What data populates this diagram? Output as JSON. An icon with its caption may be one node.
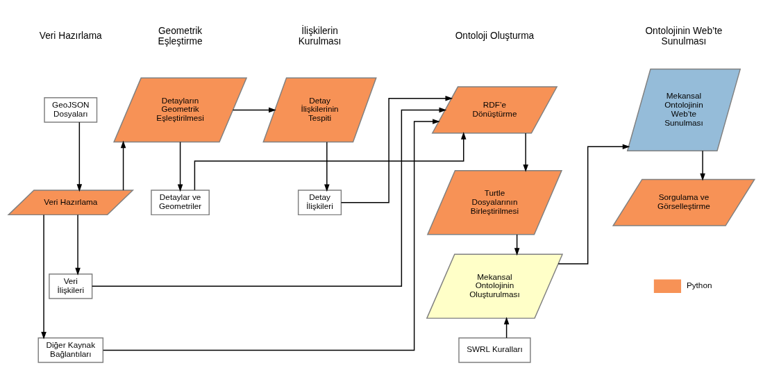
{
  "diagram": {
    "nodes": [
      {
        "text": [
          "GeoJSON Dosyaları"
        ]
      },
      {
        "text": [
          "Veri Hazırlama"
        ]
      },
      {
        "text": [
          "Veri İlişkileri"
        ]
      },
      {
        "text": [
          "Diğer Kaynak Bağlantıları"
        ]
      },
      {
        "text": [
          "Detayların Geometrik Eşleştirilmesi"
        ]
      },
      {
        "text": [
          "Detaylar ve Geometriler"
        ]
      },
      {
        "text": [
          "Detay İlişkilerinin Tespiti"
        ]
      },
      {
        "text": [
          "Detay İlişkileri"
        ]
      },
      {
        "text": [
          "RDF’e Dönüştürme"
        ]
      },
      {
        "text": [
          "Turtle Dosyalarının Birleştirilmesi"
        ]
      },
      {
        "text": [
          "Mekansal Ontolojinin Oluşturulması"
        ]
      },
      {
        "text": [
          "SWRL Kuralları"
        ]
      },
      {
        "text": [
          "Mekansal Ontolojinin Web’te Sunulması"
        ]
      },
      {
        "text": [
          "Sorgulama ve Görselleştirme"
        ]
      }
    ],
    "edges": [
      {
        "from": 0,
        "to": 1,
        "arrow": "to"
      },
      {
        "from": 1,
        "to": 4,
        "arrow": "to"
      },
      {
        "from": 4,
        "to": 6,
        "arrow": "to"
      },
      {
        "from": 1,
        "to": 2,
        "arrow": "to"
      },
      {
        "from": 1,
        "to": 3,
        "arrow": "to"
      },
      {
        "from": 4,
        "to": 5,
        "arrow": "to"
      },
      {
        "from": 6,
        "to": 7,
        "arrow": "to"
      },
      {
        "from": 2,
        "to": 8,
        "arrow": "to"
      },
      {
        "from": 3,
        "to": 8,
        "arrow": "to"
      },
      {
        "from": 5,
        "to": 8,
        "arrow": "to"
      },
      {
        "from": 7,
        "to": 8,
        "arrow": "to"
      },
      {
        "from": 8,
        "to": 9,
        "arrow": "to"
      },
      {
        "from": 9,
        "to": 10,
        "arrow": "to"
      },
      {
        "from": 11,
        "to": 10,
        "arrow": "to"
      },
      {
        "from": 10,
        "to": 12,
        "arrow": "to"
      },
      {
        "from": 12,
        "to": 13,
        "arrow": "to"
      }
    ],
    "labels": [
      "Veri Hazırlama",
      "Geometrik Eşleştirme",
      "İlişkilerin Kurulması",
      "Ontoloji Oluşturma",
      "Ontolojinin Web’te Sunulması"
    ],
    "legend": [
      {
        "text": "Python",
        "color": "#f79256"
      }
    ]
  }
}
